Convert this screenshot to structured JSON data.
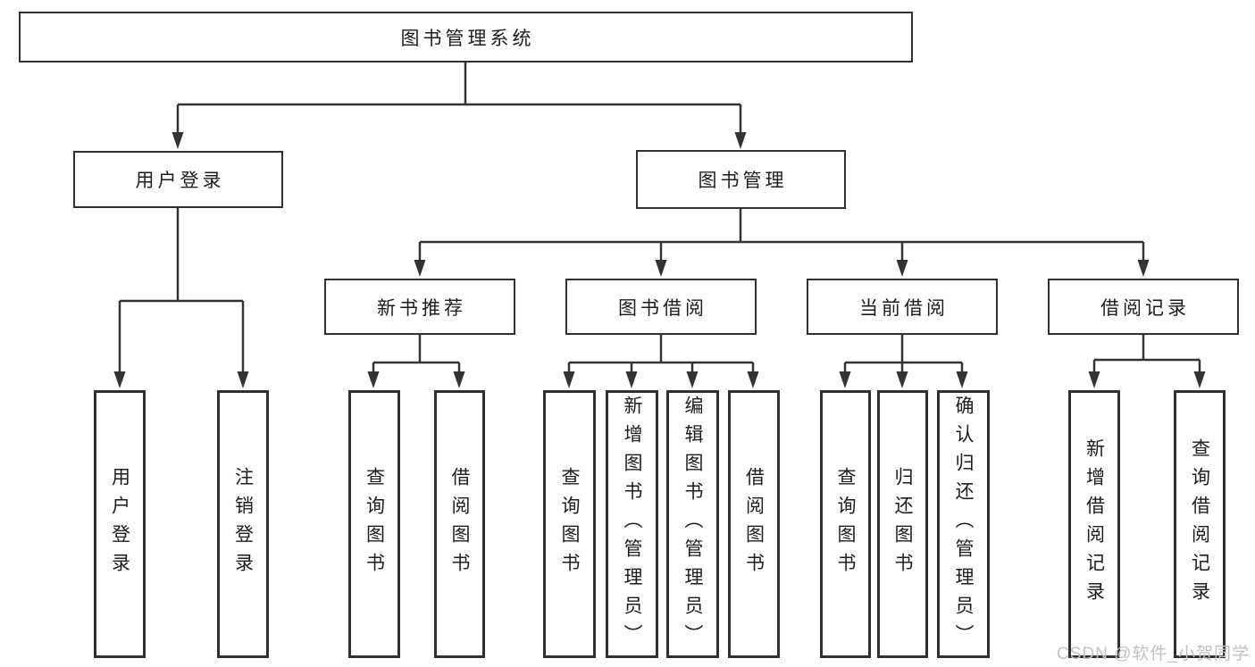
{
  "diagram": {
    "root": {
      "label": "图书管理系统"
    },
    "branches": [
      {
        "label": "用户登录",
        "children": [
          {
            "label": "用户登录"
          },
          {
            "label": "注销登录"
          }
        ]
      },
      {
        "label": "图书管理",
        "children": [
          {
            "label": "新书推荐",
            "children": [
              {
                "label": "查询图书"
              },
              {
                "label": "借阅图书"
              }
            ]
          },
          {
            "label": "图书借阅",
            "children": [
              {
                "label": "查询图书"
              },
              {
                "label": "新增图书（管理员）"
              },
              {
                "label": "编辑图书（管理员）"
              },
              {
                "label": "借阅图书"
              }
            ]
          },
          {
            "label": "当前借阅",
            "children": [
              {
                "label": "查询图书"
              },
              {
                "label": "归还图书"
              },
              {
                "label": "确认归还（管理员）"
              }
            ]
          },
          {
            "label": "借阅记录",
            "children": [
              {
                "label": "新增借阅记录"
              },
              {
                "label": "查询借阅记录"
              }
            ]
          }
        ]
      }
    ]
  },
  "watermark": {
    "text": "CSDN @软件_小贺同学"
  },
  "colors": {
    "background": "#ffffff",
    "box_fill": "#ffffff",
    "box_border": "#303030",
    "line": "#333333",
    "text": "#1d1d1d",
    "watermark": "#c2c2c6"
  }
}
